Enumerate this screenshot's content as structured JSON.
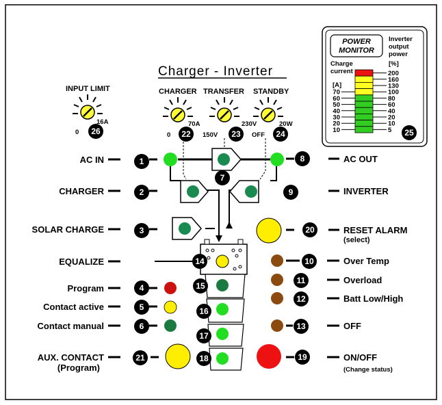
{
  "title": "Charger - Inverter",
  "knobs": {
    "input_limit": {
      "label": "INPUT LIMIT",
      "min": "0",
      "max": "16A",
      "number": "26"
    },
    "charger": {
      "label": "CHARGER",
      "min": "0",
      "max": "70A",
      "number": "22"
    },
    "transfer": {
      "label": "TRANSFER",
      "min": "150V",
      "max": "230V",
      "number": "23"
    },
    "standby": {
      "label": "STANDBY",
      "min": "OFF",
      "max": "20W",
      "number": "24"
    }
  },
  "left_labels": {
    "ac_in": "AC IN",
    "charger": "CHARGER",
    "solar_charge": "SOLAR CHARGE",
    "equalize": "EQUALIZE",
    "program": "Program",
    "contact_active": "Contact active",
    "contact_manual": "Contact manual",
    "aux_contact": "AUX. CONTACT",
    "aux_contact_sub": "(Program)"
  },
  "right_labels": {
    "ac_out": "AC OUT",
    "inverter": "INVERTER",
    "reset_alarm": "RESET ALARM",
    "reset_alarm_sub": "(select)",
    "over_temp": "Over Temp",
    "overload": "Overload",
    "batt_low_high": "Batt Low/High",
    "off": "OFF",
    "on_off": "ON/OFF",
    "on_off_sub": "(Change status)"
  },
  "numbers": {
    "n1": "1",
    "n2": "2",
    "n3": "3",
    "n4": "4",
    "n5": "5",
    "n6": "6",
    "n7": "7",
    "n8": "8",
    "n9": "9",
    "n10": "10",
    "n11": "11",
    "n12": "12",
    "n13": "13",
    "n14": "14",
    "n15": "15",
    "n16": "16",
    "n17": "17",
    "n18": "18",
    "n19": "19",
    "n20": "20",
    "n21": "21",
    "n25": "25"
  },
  "power_monitor": {
    "title_line1": "POWER",
    "title_line2": "MONITOR",
    "inverter_label_1": "Inverter",
    "inverter_label_2": "output",
    "inverter_label_3": "power",
    "charge_label_1": "Charge",
    "charge_label_2": "current",
    "left_unit": "[A]",
    "right_unit": "[%]",
    "left_scale": [
      "70",
      "60",
      "50",
      "40",
      "30",
      "20",
      "10"
    ],
    "right_scale": [
      "200",
      "160",
      "130",
      "100",
      "80",
      "60",
      "40",
      "20",
      "10",
      "5"
    ],
    "bar_colors": [
      "#ee1111",
      "#ffff22",
      "#ffff22",
      "#ffff22",
      "#33cc22",
      "#33cc22",
      "#33cc22",
      "#33cc22",
      "#33cc22",
      "#33cc22"
    ]
  },
  "colors": {
    "led_green": "#22dd22",
    "led_dark_green": "#1a7a40",
    "led_yellow": "#ffee00",
    "led_red": "#dd1111",
    "led_brown": "#8a4a10",
    "button_yellow": "#ffee00",
    "button_red": "#ee1111"
  }
}
